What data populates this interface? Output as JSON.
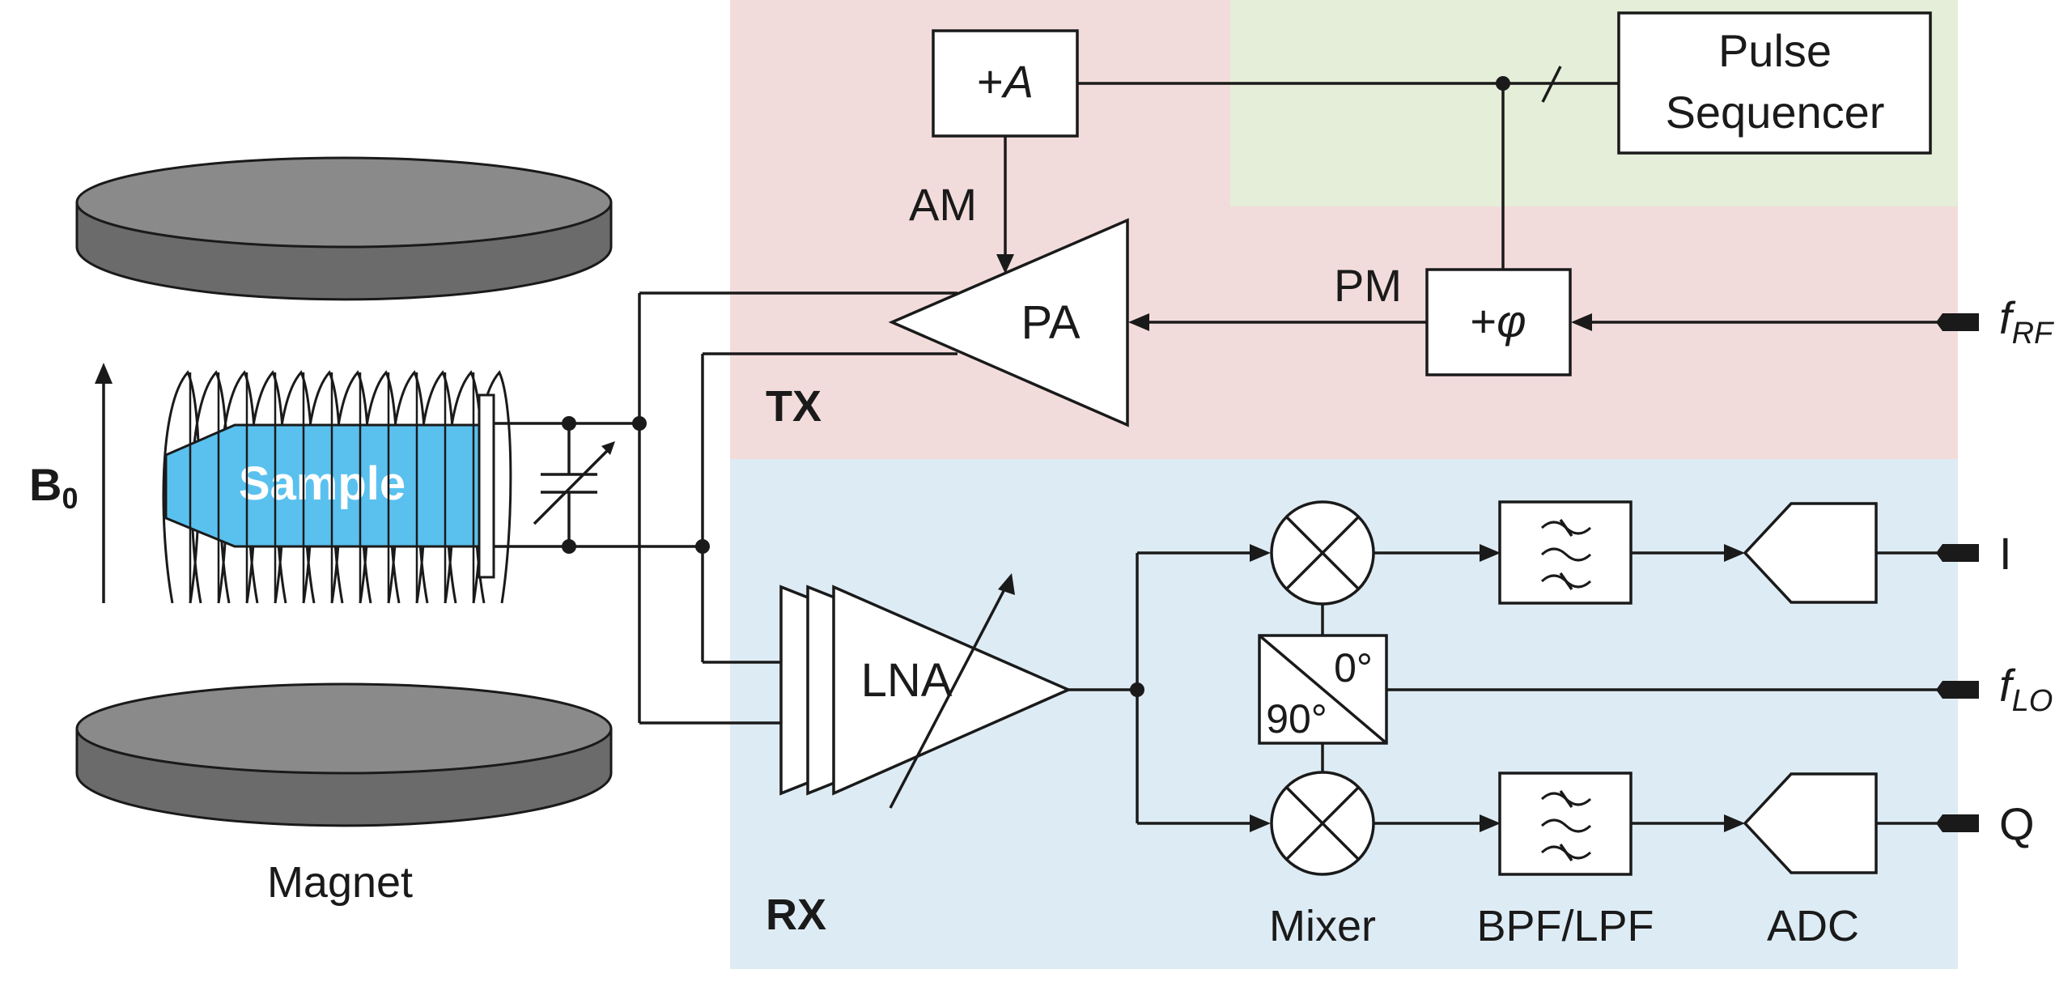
{
  "regions": {
    "tx_label": "TX",
    "rx_label": "RX",
    "tx_color": "#f2dcdb",
    "rx_color": "#ddebf4",
    "seq_color": "#e5eed8"
  },
  "magnet": {
    "label": "Magnet",
    "b0_main": "B",
    "b0_sub": "0",
    "sample_label": "Sample",
    "sample_color": "#5ac1ef"
  },
  "blocks": {
    "amp_ctrl_prefix": "+",
    "amp_ctrl_var": "A",
    "pulse_line1": "Pulse",
    "pulse_line2": "Sequencer",
    "pa": "PA",
    "phase_prefix": "+",
    "phase_var": "φ",
    "lna": "LNA",
    "quad_0": "0°",
    "quad_90": "90°"
  },
  "signals": {
    "am": "AM",
    "pm": "PM",
    "f_rf_main": "f",
    "f_rf_sub": "RF",
    "f_lo_main": "f",
    "f_lo_sub": "LO",
    "i_out": "I",
    "q_out": "Q"
  },
  "captions": {
    "mixer": "Mixer",
    "filter": "BPF/LPF",
    "adc": "ADC"
  }
}
